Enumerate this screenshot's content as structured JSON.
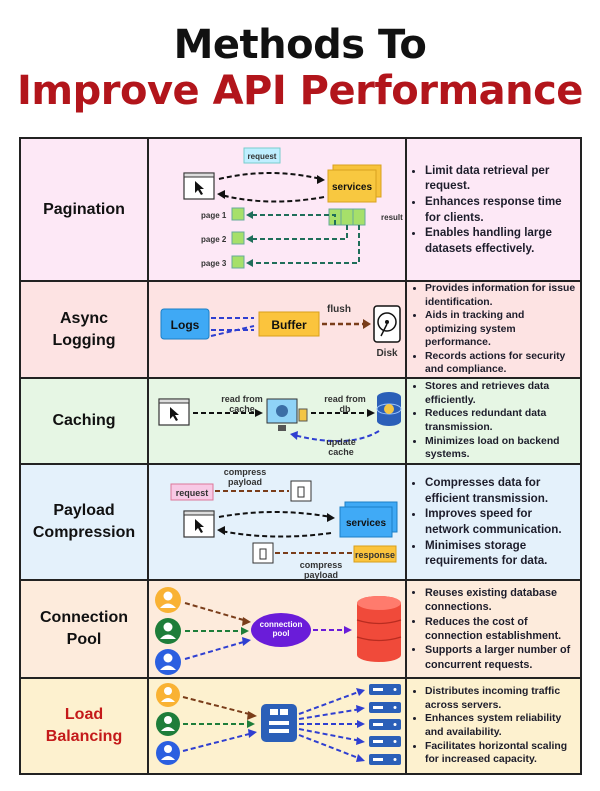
{
  "title_line1": "Methods To",
  "title_line2": "Improve API Performance",
  "colors": {
    "title_accent": "#b2151b",
    "pagination_bg": "#fde8f6",
    "async_bg": "#fde3e3",
    "caching_bg": "#e6f6e4",
    "payload_bg": "#e4f1fb",
    "pool_bg": "#fdebdc",
    "lb_bg": "#fdf1cf"
  },
  "rows": [
    {
      "label": "Pagination",
      "diagram": {
        "request": "request",
        "services": "services",
        "result": "result",
        "pages": [
          "page 1",
          "page 2",
          "page 3"
        ]
      },
      "bullets": [
        "Limit data retrieval per request.",
        "Enhances response time for clients.",
        "Enables handling large datasets effectively."
      ]
    },
    {
      "label": "Async\nLogging",
      "diagram": {
        "logs": "Logs",
        "buffer": "Buffer",
        "flush": "flush",
        "disk": "Disk"
      },
      "bullets": [
        "Provides information for issue identification.",
        "Aids in tracking and optimizing system performance.",
        "Records actions for security and compliance."
      ]
    },
    {
      "label": "Caching",
      "diagram": {
        "read_cache": "read from\ncache",
        "read_db": "read from\ndb",
        "update_cache": "update\ncache"
      },
      "bullets": [
        "Stores and retrieves data efficiently.",
        "Reduces redundant data transmission.",
        "Minimizes load on backend systems."
      ]
    },
    {
      "label": "Payload\nCompression",
      "diagram": {
        "request": "request",
        "compress1": "compress\npayload",
        "services": "services",
        "response": "response",
        "compress2": "compress\npayload"
      },
      "bullets": [
        "Compresses data for efficient transmission.",
        "Improves speed for network communication.",
        "Minimises storage requirements for data."
      ]
    },
    {
      "label": "Connection\nPool",
      "diagram": {
        "pool": "connection\npool"
      },
      "bullets": [
        "Reuses existing database connections.",
        "Reduces the cost of connection establishment.",
        "Supports a larger number of concurrent requests."
      ]
    },
    {
      "label": "Load\nBalancing",
      "diagram": {},
      "bullets": [
        "Distributes incoming traffic across servers.",
        "Enhances system reliability and availability.",
        "Facilitates horizontal scaling for increased capacity."
      ]
    }
  ]
}
